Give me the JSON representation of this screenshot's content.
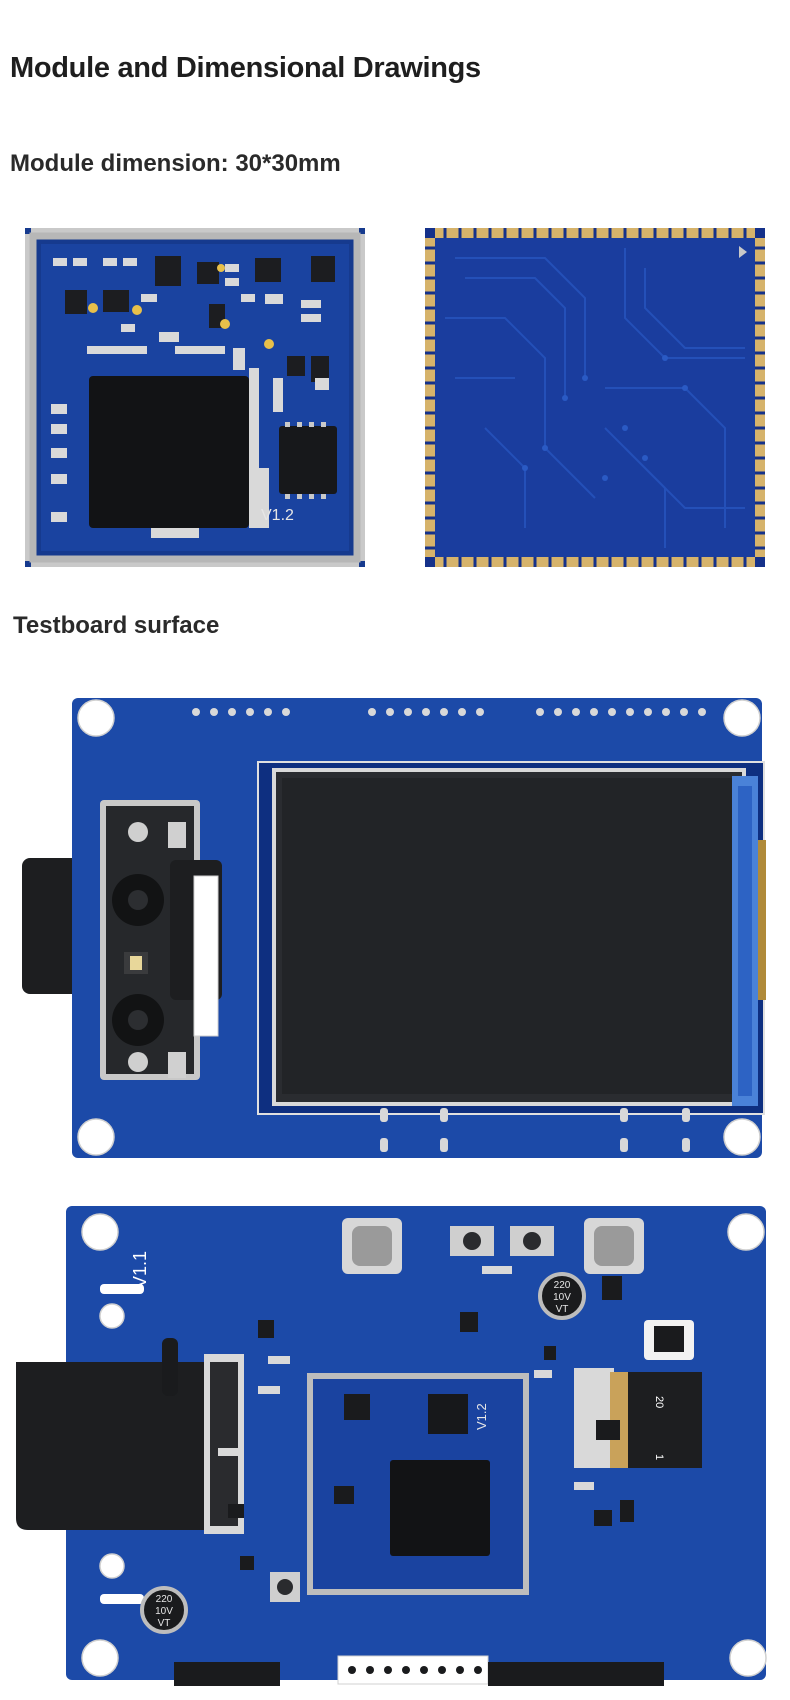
{
  "page": {
    "title": "Module and Dimensional Drawings",
    "dimension_label": "Module dimension: 30*30mm",
    "testboard_label": "Testboard surface"
  },
  "module_front": {
    "version_label": "V1.2"
  },
  "board_bottom": {
    "version_label": "V1.1",
    "capacitor_top": [
      "220",
      "10V",
      "VT"
    ],
    "capacitor_bottom": [
      "220",
      "10V",
      "VT"
    ],
    "connector_pin_high": "20",
    "connector_pin_low": "1",
    "module_version_label": "V1.2"
  },
  "colors": {
    "pcb_blue": "#1c4aa8",
    "pcb_dark": "#102e75",
    "gold": "#c9a25a",
    "lcd": "#222427"
  }
}
